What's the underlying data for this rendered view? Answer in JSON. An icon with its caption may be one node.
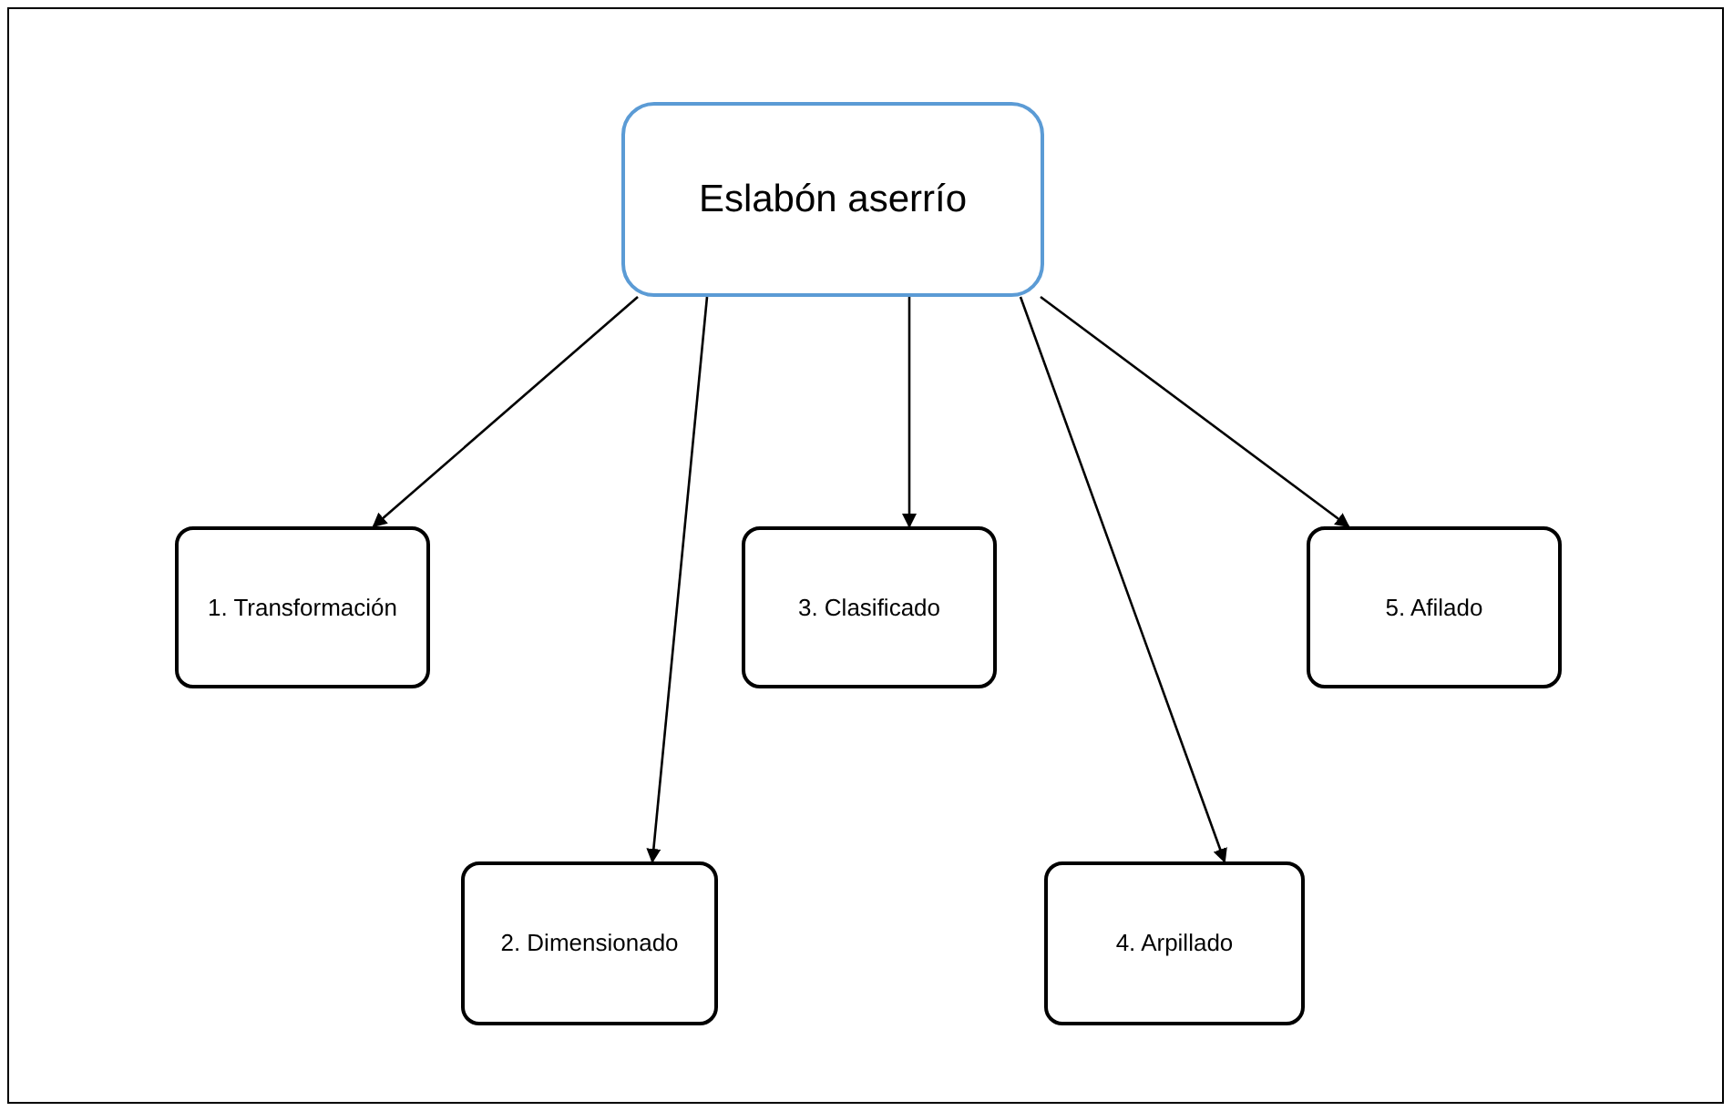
{
  "diagram": {
    "nodes": [
      {
        "text": [
          "Eslabón aserrío"
        ]
      },
      {
        "text": [
          "1. Transformación"
        ]
      },
      {
        "text": [
          "2. Dimensionado"
        ]
      },
      {
        "text": [
          "3. Clasificado"
        ]
      },
      {
        "text": [
          "4. Arpillado"
        ]
      },
      {
        "text": [
          "5. Afilado"
        ]
      }
    ],
    "edges": [
      {
        "from": 0,
        "to": 1,
        "arrow": "to"
      },
      {
        "from": 0,
        "to": 2,
        "arrow": "to"
      },
      {
        "from": 0,
        "to": 3,
        "arrow": "to"
      },
      {
        "from": 0,
        "to": 4,
        "arrow": "to"
      },
      {
        "from": 0,
        "to": 5,
        "arrow": "to"
      }
    ]
  }
}
